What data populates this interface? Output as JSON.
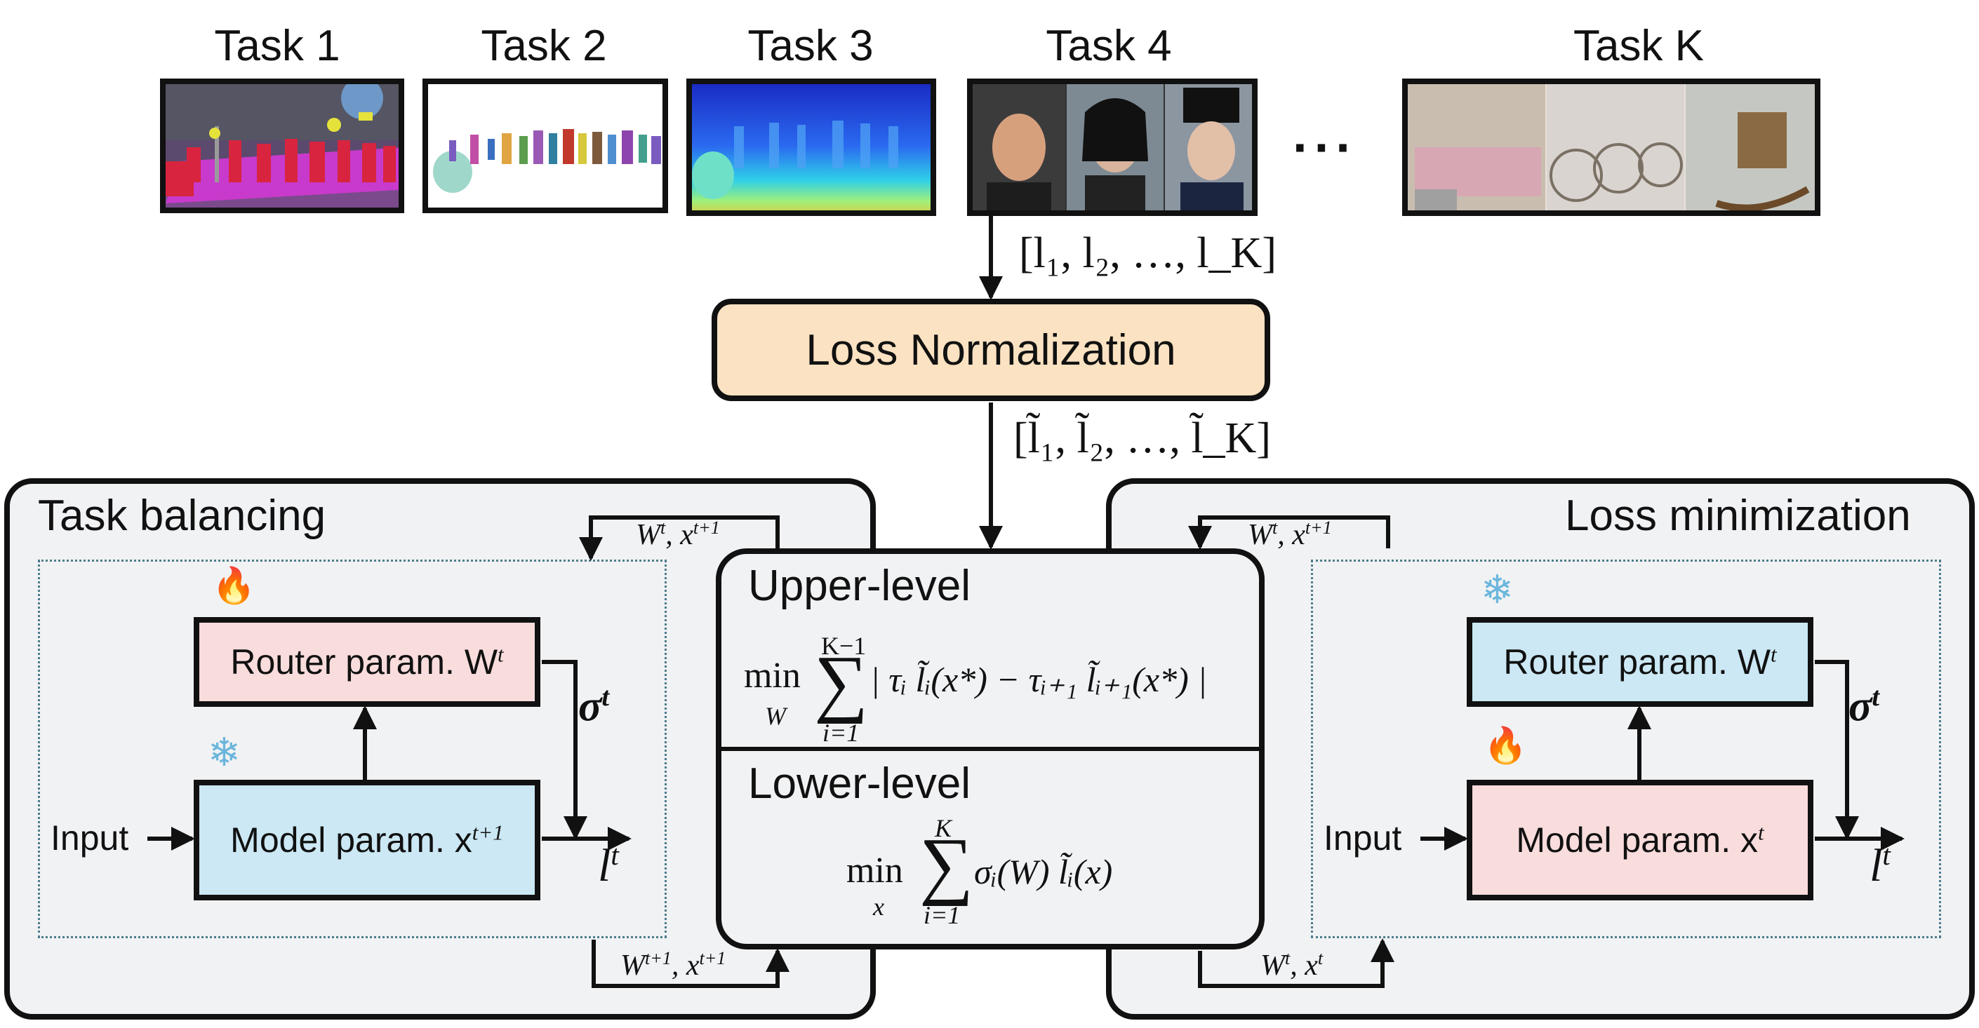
{
  "tasks": {
    "task1": "Task 1",
    "task2": "Task 2",
    "task3": "Task 3",
    "task4": "Task 4",
    "taskK": "Task K",
    "ellipsis": "···"
  },
  "loss_norm": {
    "label": "Loss Normalization",
    "input_vec": "[l₁, l₂, …, l_K]",
    "output_vec": "[l̃₁, l̃₂, …, l̃_K]"
  },
  "left_panel": {
    "title": "Task balancing",
    "router": "Router param. W",
    "router_sup": "t",
    "model": "Model param. x",
    "model_sup": "t+1",
    "input": "Input",
    "sigma": "σ",
    "sigma_sup": "t",
    "loss": "l",
    "loss_sup": "t",
    "top_in": "W",
    "top_in_sup1": "t",
    "top_in_x": ", x",
    "top_in_sup2": "t+1",
    "bottom_out": "W",
    "bottom_out_sup1": "t+1",
    "bottom_out_x": ", x",
    "bottom_out_sup2": "t+1"
  },
  "right_panel": {
    "title": "Loss minimization",
    "router": "Router param. W",
    "router_sup": "t",
    "model": "Model param. x",
    "model_sup": "t",
    "input": "Input",
    "sigma": "σ",
    "sigma_sup": "t",
    "loss": "l",
    "loss_sup": "t",
    "top_in": "W",
    "top_in_sup1": "t",
    "top_in_x": ", x",
    "top_in_sup2": "t+1",
    "bottom_out": "W",
    "bottom_out_sup1": "t",
    "bottom_out_x": ", x",
    "bottom_out_sup2": "t"
  },
  "center": {
    "upper_title": "Upper-level",
    "upper_min": "min",
    "upper_min_sub": "W",
    "upper_sum_top": "K−1",
    "upper_sum_bottom": "i=1",
    "upper_expr": "| τᵢ l̃ᵢ(x*) − τᵢ₊₁ l̃ᵢ₊₁(x*) |",
    "lower_title": "Lower-level",
    "lower_min": "min",
    "lower_min_sub": "x",
    "lower_sum_top": "K",
    "lower_sum_bottom": "i=1",
    "lower_expr": "σᵢ(W) l̃ᵢ(x)"
  },
  "icons": {
    "fire": "🔥",
    "snow": "❄"
  },
  "colors": {
    "router_pink": "#f9dcdc",
    "model_blue": "#cbe8f4",
    "loss_norm_tan": "#fbe2c2",
    "panel_gray": "#f1f2f4"
  }
}
